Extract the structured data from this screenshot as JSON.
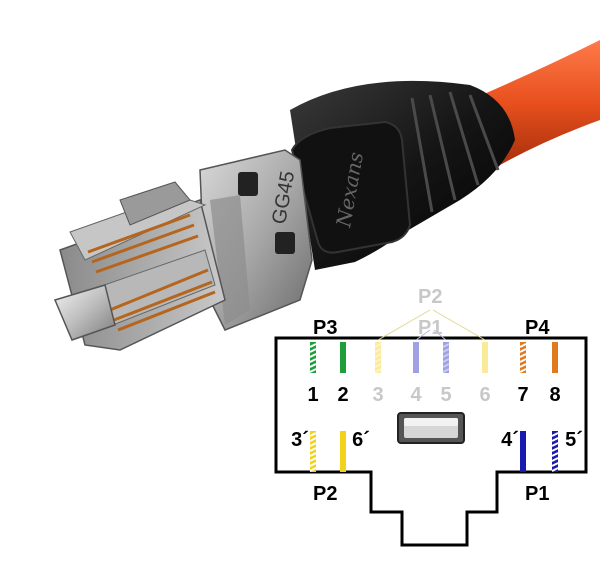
{
  "photo": {
    "brand_text": "Nexans",
    "model_text": "GG45",
    "cable_color": "#e8501e"
  },
  "diagram": {
    "top_pairs": {
      "p3": "P3",
      "p4": "P4",
      "p2_faded": "P2",
      "p1_faded": "P1"
    },
    "bottom_pairs": {
      "p2": "P2",
      "p1": "P1"
    },
    "top_pins": [
      {
        "label": "1",
        "color": "#1e9e3a",
        "striped": true,
        "faded": false
      },
      {
        "label": "2",
        "color": "#1e9e3a",
        "striped": false,
        "faded": false
      },
      {
        "label": "3",
        "color": "#f2d21b",
        "striped": true,
        "faded": true
      },
      {
        "label": "4",
        "color": "#2b2fbf",
        "striped": false,
        "faded": true
      },
      {
        "label": "5",
        "color": "#2b2fbf",
        "striped": true,
        "faded": true
      },
      {
        "label": "6",
        "color": "#f2d21b",
        "striped": false,
        "faded": true
      },
      {
        "label": "7",
        "color": "#e07a1e",
        "striped": true,
        "faded": false
      },
      {
        "label": "8",
        "color": "#e07a1e",
        "striped": false,
        "faded": false
      }
    ],
    "bottom_pins": [
      {
        "label": "3´",
        "color": "#f2d21b",
        "striped": true
      },
      {
        "label": "6´",
        "color": "#f2d21b",
        "striped": false
      },
      {
        "label": "4´",
        "color": "#1a1ab0",
        "striped": false
      },
      {
        "label": "5´",
        "color": "#1a1ab0",
        "striped": true
      }
    ],
    "colors": {
      "outline": "#000000",
      "faded_text": "#c8c8c8",
      "label_text": "#000000"
    }
  }
}
